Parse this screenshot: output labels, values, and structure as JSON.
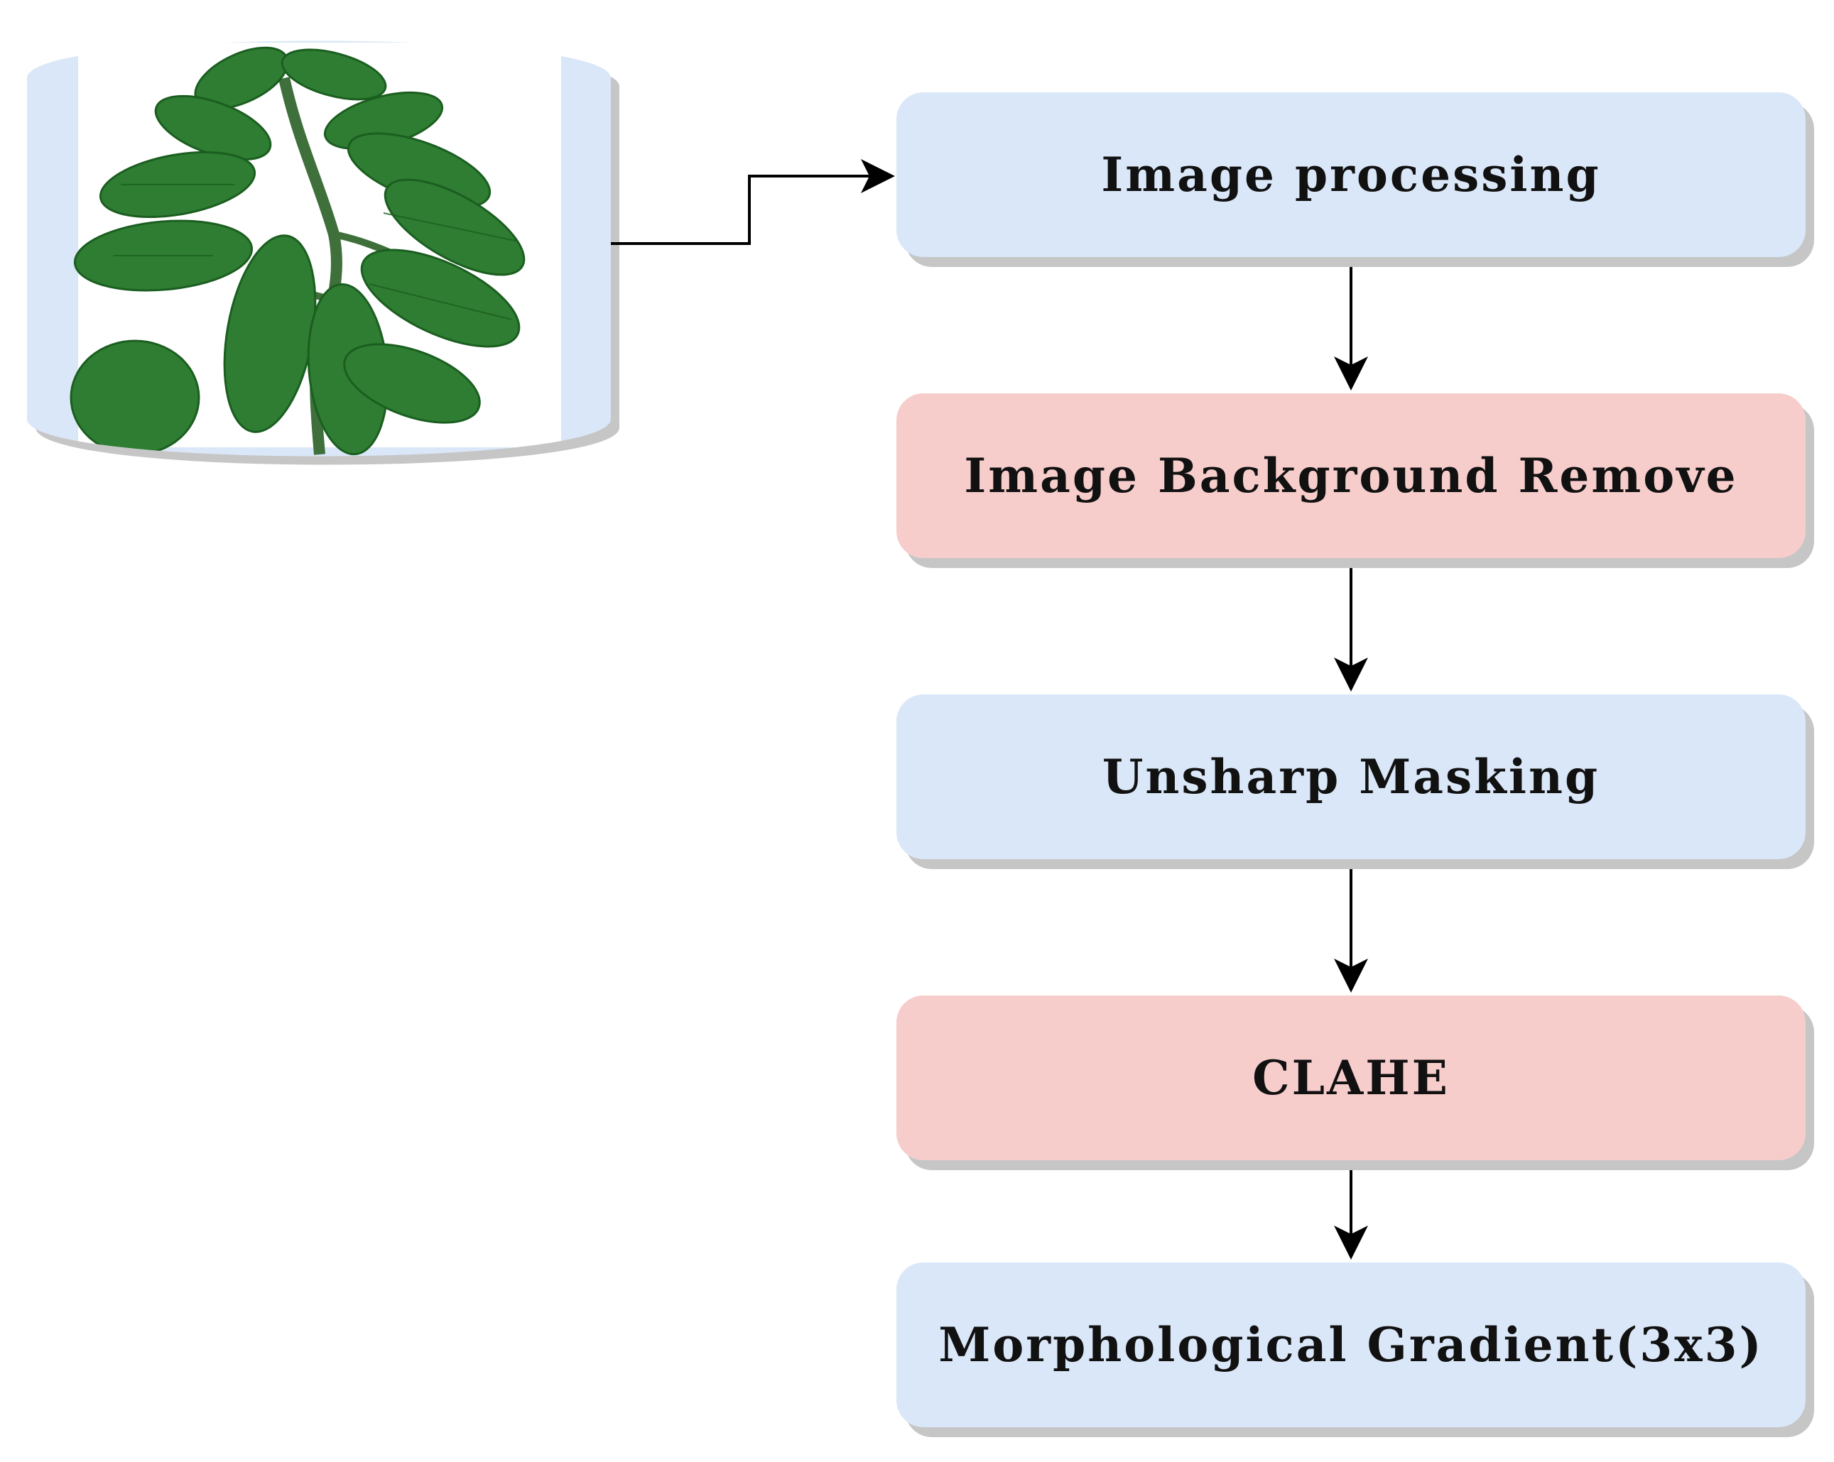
{
  "diagram": {
    "input_image": {
      "icon": "leaf-plant-icon",
      "container_shape": "cylinder",
      "fill_color": "#dae7f8"
    },
    "steps": [
      {
        "label": "Image processing",
        "color": "#dae7f8"
      },
      {
        "label": "Image Background Remove",
        "color": "#f6cdcb"
      },
      {
        "label": "Unsharp Masking",
        "color": "#dae7f8"
      },
      {
        "label": "CLAHE",
        "color": "#f6cdcb"
      },
      {
        "label": "Morphological Gradient(3x3)",
        "color": "#dae7f8"
      }
    ],
    "edges": [
      {
        "from": "input_image",
        "to": "Image processing"
      },
      {
        "from": "Image processing",
        "to": "Image Background Remove"
      },
      {
        "from": "Image Background Remove",
        "to": "Unsharp Masking"
      },
      {
        "from": "Unsharp Masking",
        "to": "CLAHE"
      },
      {
        "from": "CLAHE",
        "to": "Morphological Gradient(3x3)"
      }
    ],
    "colors": {
      "arrow": "#000000",
      "shadow": "#c6c6c6"
    }
  }
}
